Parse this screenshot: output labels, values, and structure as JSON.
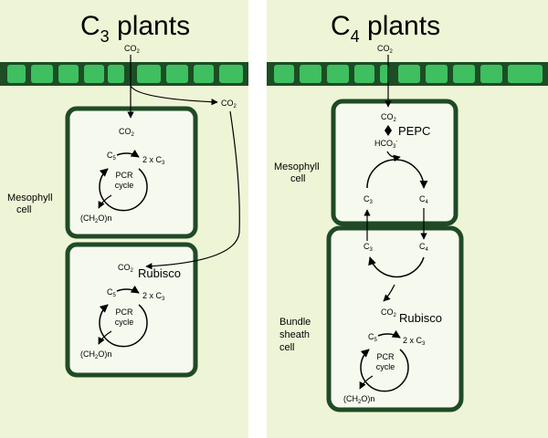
{
  "c3": {
    "title_main": "C",
    "title_sub": "3",
    "title_rest": " plants",
    "co2_top": "CO",
    "co2_top_sub": "2",
    "co2_right": "CO",
    "co2_right_sub": "2",
    "mesophyll_label_1": "Mesophyll",
    "mesophyll_label_2": "cell",
    "meso": {
      "co2": "CO",
      "co2_sub": "2",
      "c5": "C",
      "c5_sub": "5",
      "c3": "2 x C",
      "c3_sub": "3",
      "cycle_1": "PCR",
      "cycle_2": "cycle",
      "product": "(CH",
      "product_sub": "2",
      "product_rest": "O)n"
    },
    "bundle": {
      "co2": "CO",
      "co2_sub": "2",
      "rubisco": "Rubisco",
      "c5": "C",
      "c5_sub": "5",
      "c3": "2 x C",
      "c3_sub": "3",
      "cycle_1": "PCR",
      "cycle_2": "cycle",
      "product": "(CH",
      "product_sub": "2",
      "product_rest": "O)n"
    }
  },
  "c4": {
    "title_main": "C",
    "title_sub": "4",
    "title_rest": " plants",
    "co2_top": "CO",
    "co2_top_sub": "2",
    "mesophyll_label_1": "Mesophyll",
    "mesophyll_label_2": "cell",
    "bundle_label_1": "Bundle",
    "bundle_label_2": "sheath",
    "bundle_label_3": "cell",
    "meso": {
      "co2": "CO",
      "co2_sub": "2",
      "pepc": "PEPC",
      "hco3": "HCO",
      "hco3_sub": "3",
      "hco3_sup": "-",
      "c3": "C",
      "c3_sub": "3",
      "c4": "C",
      "c4_sub": "4"
    },
    "bundle": {
      "c3": "C",
      "c3_sub": "3",
      "c4": "C",
      "c4_sub": "4",
      "co2": "CO",
      "co2_sub": "2",
      "rubisco": "Rubisco",
      "c5": "C",
      "c5_sub": "5",
      "c3x2": "2 x C",
      "c3x2_sub": "3",
      "cycle_1": "PCR",
      "cycle_2": "cycle",
      "product": "(CH",
      "product_sub": "2",
      "product_rest": "O)n"
    }
  },
  "colors": {
    "background": "#eef5d6",
    "leaf_green": "#3fbf5f",
    "leaf_dark": "#1c4d25",
    "cell_border": "#1f4a25",
    "cell_fill": "#f6f9ee"
  }
}
